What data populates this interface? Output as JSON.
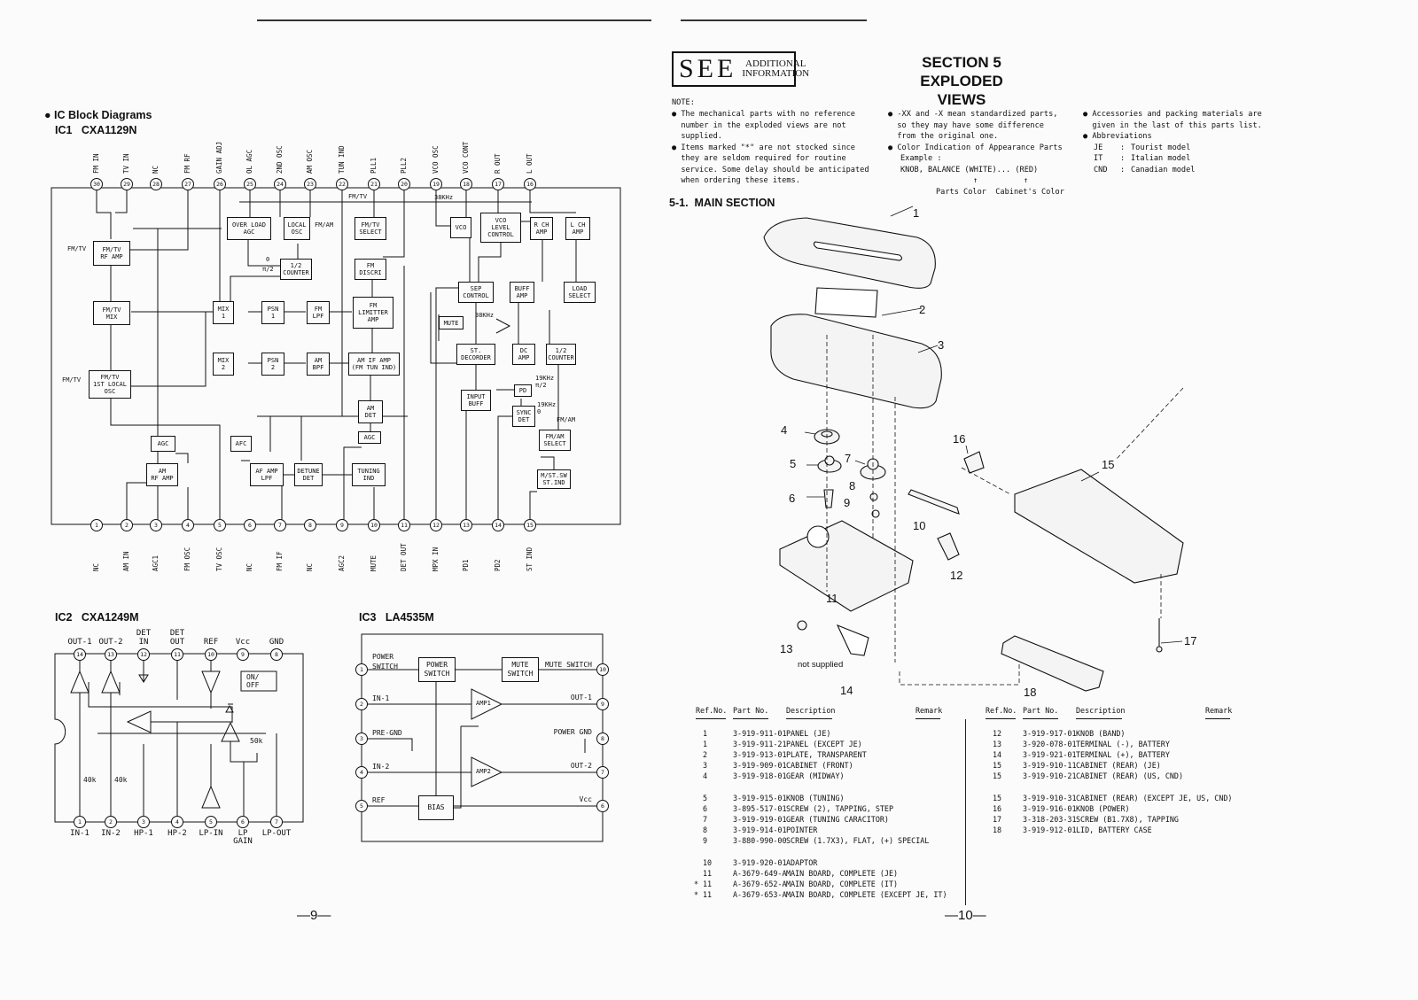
{
  "left": {
    "heading": "IC Block Diagrams",
    "ic1_label": "IC1   CXA1129N",
    "ic1_top_pins": [
      {
        "num": "30",
        "label": "FM IN"
      },
      {
        "num": "29",
        "label": "TV IN"
      },
      {
        "num": "28",
        "label": "NC"
      },
      {
        "num": "27",
        "label": "FM RF"
      },
      {
        "num": "26",
        "label": "GAIN ADJ"
      },
      {
        "num": "25",
        "label": "OL AGC"
      },
      {
        "num": "24",
        "label": "2ND OSC"
      },
      {
        "num": "23",
        "label": "AM OSC"
      },
      {
        "num": "22",
        "label": "TUN IND"
      },
      {
        "num": "21",
        "label": "PLL1"
      },
      {
        "num": "20",
        "label": "PLL2"
      },
      {
        "num": "19",
        "label": "VCO OSC"
      },
      {
        "num": "18",
        "label": "VCO CONT"
      },
      {
        "num": "17",
        "label": "R OUT"
      },
      {
        "num": "16",
        "label": "L OUT"
      }
    ],
    "ic1_bottom_pins": [
      {
        "num": "1",
        "label": "NC"
      },
      {
        "num": "2",
        "label": "AM IN"
      },
      {
        "num": "3",
        "label": "AGC1"
      },
      {
        "num": "4",
        "label": "FM OSC"
      },
      {
        "num": "5",
        "label": "TV OSC"
      },
      {
        "num": "6",
        "label": "NC"
      },
      {
        "num": "7",
        "label": "FM IF"
      },
      {
        "num": "8",
        "label": "NC"
      },
      {
        "num": "9",
        "label": "AGC2"
      },
      {
        "num": "10",
        "label": "MUTE"
      },
      {
        "num": "11",
        "label": "DET OUT"
      },
      {
        "num": "12",
        "label": "MPX IN"
      },
      {
        "num": "13",
        "label": "PD1"
      },
      {
        "num": "14",
        "label": "PD2"
      },
      {
        "num": "15",
        "label": "ST IND"
      }
    ],
    "ic1_blocks": {
      "fmtv_rf_amp": "FM/TV\nRF AMP",
      "fmtv_mix": "FM/TV\nMIX",
      "fmtv_osc": "FM/TV\n1ST LOCAL\nOSC",
      "overload_agc": "OVER LOAD\nAGC",
      "local_osc": "LOCAL\nOSC",
      "counter_half": "1/2\nCOUNTER",
      "mix1": "MIX\n1",
      "mix2": "MIX\n2",
      "psn1": "PSN\n1",
      "psn2": "PSN\n2",
      "fm_lpf": "FM\nLPF",
      "am_bpf": "AM\nBPF",
      "fmtv_select": "FM/TV\nSELECT",
      "fm_discri": "FM\nDISCRI",
      "fm_lim": "FM\nLIMITTER\nAMP",
      "am_if_amp": "AM IF AMP\n(FM TUN IND)",
      "am_det": "AM\nDET",
      "agc_small": "AGC",
      "agc": "AGC",
      "am_rf_amp": "AM\nRF AMP",
      "afc": "AFC",
      "af_amp_lpf": "AF AMP\nLPF",
      "detune_det": "DETUNE\nDET",
      "tuning_ind": "TUNING\nIND",
      "vco": "VCO",
      "vco_level": "VCO\nLEVEL\nCONTROL",
      "r_ch_amp": "R CH\nAMP",
      "l_ch_amp": "L CH\nAMP",
      "sep_control": "SEP\nCONTROL",
      "buff_amp": "BUFF\nAMP",
      "load_select": "LOAD\nSELECT",
      "mute": "MUTE",
      "st_decoder": "ST.\nDECORDER",
      "dc_amp": "DC\nAMP",
      "counter_half2": "1/2\nCOUNTER",
      "input_buff": "INPUT\nBUFF",
      "pd": "PD",
      "sync_det": "SYNC\nDET",
      "fmam_select": "FM/AM\nSELECT",
      "mst_sw": "M/ST.SW\nST.IND"
    },
    "ic1_annotations": {
      "fmtv_in1": "FM/TV",
      "fmtv_in2": "FM/TV",
      "fmtv_top": "FM/TV",
      "fmam_top": "FM/AM",
      "f38k": "38KHz",
      "f38k2": "38KHz",
      "f19k": "19KHz\nπ/2",
      "f19k2": "19KHz\n0",
      "fmam_side": "FM/AM",
      "zero": "0",
      "pi2": "π/2"
    },
    "ic2_label": "IC2   CXA1249M",
    "ic2_top_pins": [
      {
        "num": "14",
        "label": "OUT-1"
      },
      {
        "num": "13",
        "label": "OUT-2"
      },
      {
        "num": "12",
        "label": "DET\nIN"
      },
      {
        "num": "11",
        "label": "DET\nOUT"
      },
      {
        "num": "10",
        "label": "REF"
      },
      {
        "num": "9",
        "label": "Vcc"
      },
      {
        "num": "8",
        "label": "GND"
      }
    ],
    "ic2_bottom_pins": [
      {
        "num": "1",
        "label": "IN-1"
      },
      {
        "num": "2",
        "label": "IN-2"
      },
      {
        "num": "3",
        "label": "HP-1"
      },
      {
        "num": "4",
        "label": "HP-2"
      },
      {
        "num": "5",
        "label": "LP-IN"
      },
      {
        "num": "6",
        "label": "LP\nGAIN"
      },
      {
        "num": "7",
        "label": "LP-OUT"
      }
    ],
    "ic2_onoff": "ON/\nOFF",
    "ic2_res": [
      "40k",
      "40k",
      "50k"
    ],
    "ic3_label": "IC3   LA4535M",
    "ic3_left": [
      {
        "num": "1",
        "label": "POWER\nSWITCH"
      },
      {
        "num": "2",
        "label": "IN-1"
      },
      {
        "num": "3",
        "label": "PRE-GND"
      },
      {
        "num": "4",
        "label": "IN-2"
      },
      {
        "num": "5",
        "label": "REF"
      }
    ],
    "ic3_right": [
      {
        "num": "10",
        "label": "MUTE SWITCH"
      },
      {
        "num": "9",
        "label": "OUT-1"
      },
      {
        "num": "8",
        "label": "POWER GND"
      },
      {
        "num": "7",
        "label": "OUT-2"
      },
      {
        "num": "6",
        "label": "Vcc"
      }
    ],
    "ic3_blocks": {
      "power_switch": "POWER\nSWITCH",
      "mute_switch": "MUTE\nSWITCH",
      "amp1": "AMP1",
      "amp2": "AMP2",
      "bias": "BIAS"
    },
    "page_number": "—9—"
  },
  "right": {
    "see_big": "SEE",
    "see_small": "ADDITIONAL\nINFORMATION",
    "section_title": "SECTION 5",
    "section_subtitle": "EXPLODED VIEWS",
    "note_label": "NOTE:",
    "notes_col1": [
      "The mechanical parts with no reference number in the exploded views are not supplied.",
      "Items marked \"*\" are not stocked since they are seldom required for routine service. Some delay should be anticipated when ordering these items."
    ],
    "notes_col2": [
      "-XX and -X mean standardized parts, so they may have some difference from the original one.",
      "Color Indication of Appearance Parts"
    ],
    "color_example_label": "Example :",
    "color_example": "KNOB, BALANCE (WHITE)... (RED)",
    "color_arrows": "↑          ↑",
    "color_legend": "Parts Color  Cabinet's Color",
    "notes_col3": [
      "Accessories and packing materials are given in the last of this parts list.",
      "Abbreviations"
    ],
    "abbreviations": [
      {
        "code": "JE",
        "desc": "Tourist model"
      },
      {
        "code": "IT",
        "desc": "Italian model"
      },
      {
        "code": "CND",
        "desc": "Canadian model"
      }
    ],
    "subsection": "5-1.  MAIN SECTION",
    "callouts": [
      "1",
      "2",
      "3",
      "4",
      "5",
      "6",
      "7",
      "8",
      "9",
      "10",
      "11",
      "12",
      "13",
      "14",
      "15",
      "16",
      "17",
      "18"
    ],
    "not_supplied": "not supplied",
    "table_headers": {
      "ref": "Ref.No.",
      "part": "Part No.",
      "desc": "Description",
      "remark": "Remark"
    },
    "parts_left": [
      {
        "mark": "",
        "ref": "1",
        "part": "3-919-911-01",
        "desc": "PANEL (JE)"
      },
      {
        "mark": "",
        "ref": "1",
        "part": "3-919-911-21",
        "desc": "PANEL (EXCEPT JE)"
      },
      {
        "mark": "",
        "ref": "2",
        "part": "3-919-913-01",
        "desc": "PLATE, TRANSPARENT"
      },
      {
        "mark": "",
        "ref": "3",
        "part": "3-919-909-01",
        "desc": "CABINET (FRONT)"
      },
      {
        "mark": "",
        "ref": "4",
        "part": "3-919-918-01",
        "desc": "GEAR (MIDWAY)"
      },
      {
        "mark": "",
        "ref": "5",
        "part": "3-919-915-01",
        "desc": "KNOB (TUNING)"
      },
      {
        "mark": "",
        "ref": "6",
        "part": "3-895-517-01",
        "desc": "SCREW (2), TAPPING, STEP"
      },
      {
        "mark": "",
        "ref": "7",
        "part": "3-919-919-01",
        "desc": "GEAR (TUNING CARACITOR)"
      },
      {
        "mark": "",
        "ref": "8",
        "part": "3-919-914-01",
        "desc": "POINTER"
      },
      {
        "mark": "",
        "ref": "9",
        "part": "3-880-990-00",
        "desc": "SCREW (1.7X3), FLAT, (+) SPECIAL"
      },
      {
        "mark": "",
        "ref": "10",
        "part": "3-919-920-01",
        "desc": "ADAPTOR"
      },
      {
        "mark": "",
        "ref": "11",
        "part": "A-3679-649-A",
        "desc": "MAIN BOARD, COMPLETE (JE)"
      },
      {
        "mark": "*",
        "ref": "11",
        "part": "A-3679-652-A",
        "desc": "MAIN BOARD, COMPLETE (IT)"
      },
      {
        "mark": "*",
        "ref": "11",
        "part": "A-3679-653-A",
        "desc": "MAIN BOARD, COMPLETE (EXCEPT JE, IT)"
      }
    ],
    "parts_right": [
      {
        "ref": "12",
        "part": "3-919-917-01",
        "desc": "KNOB (BAND)"
      },
      {
        "ref": "13",
        "part": "3-920-078-01",
        "desc": "TERMINAL (-), BATTERY"
      },
      {
        "ref": "14",
        "part": "3-919-921-01",
        "desc": "TERMINAL (+), BATTERY"
      },
      {
        "ref": "15",
        "part": "3-919-910-11",
        "desc": "CABINET (REAR) (JE)"
      },
      {
        "ref": "15",
        "part": "3-919-910-21",
        "desc": "CABINET (REAR) (US, CND)"
      },
      {
        "ref": "15",
        "part": "3-919-910-31",
        "desc": "CABINET (REAR) (EXCEPT JE, US, CND)"
      },
      {
        "ref": "16",
        "part": "3-919-916-01",
        "desc": "KNOB (POWER)"
      },
      {
        "ref": "17",
        "part": "3-318-203-31",
        "desc": "SCREW (B1.7X8), TAPPING"
      },
      {
        "ref": "18",
        "part": "3-919-912-01",
        "desc": "LID, BATTERY CASE"
      }
    ],
    "page_number": "—10—"
  }
}
